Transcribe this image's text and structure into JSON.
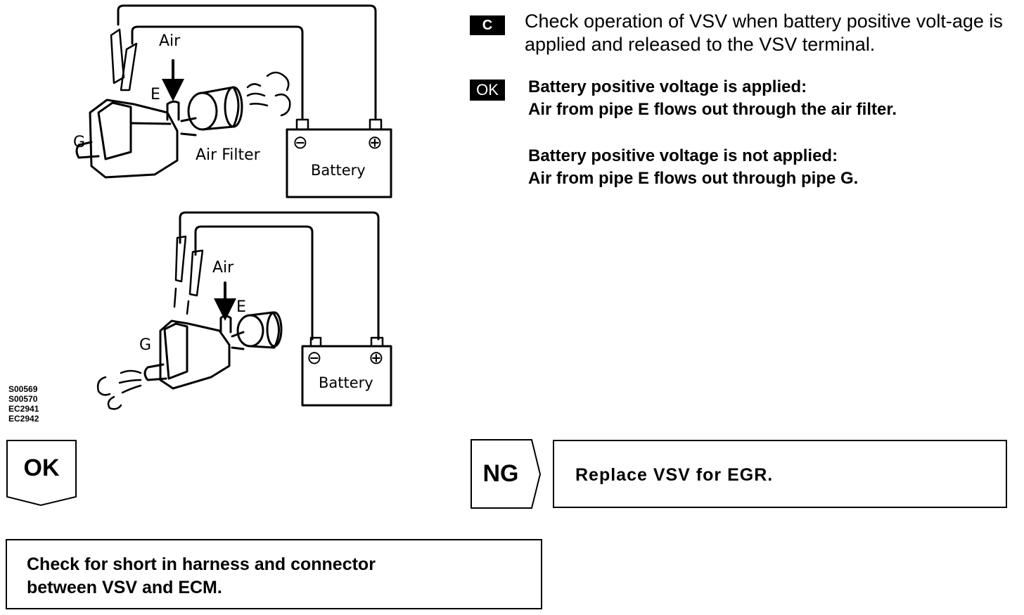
{
  "step": {
    "badge": "C",
    "instruction": "Check operation of VSV when battery positive volt-age is applied and released to the VSV terminal."
  },
  "ok_condition": {
    "badge": "OK",
    "applied_heading": "Battery positive voltage is applied:",
    "applied_result": "Air from pipe E flows out through the air filter.",
    "not_applied_heading": "Battery positive voltage is not applied:",
    "not_applied_result": "Air from pipe E flows out through pipe G."
  },
  "diagram_top": {
    "air_label": "Air",
    "pipe_e": "E",
    "pipe_g": "G",
    "filter_label": "Air Filter",
    "battery_label": "Battery",
    "minus": "⊖",
    "plus": "⊕"
  },
  "diagram_bottom": {
    "air_label": "Air",
    "pipe_e": "E",
    "pipe_g": "G",
    "battery_label": "Battery",
    "minus": "⊖",
    "plus": "⊕"
  },
  "figure_codes": [
    "S00569",
    "S00570",
    "EC2941",
    "EC2942"
  ],
  "flow": {
    "ok_label": "OK",
    "ng_label": "NG",
    "ng_action": "Replace VSV for EGR.",
    "next_step_line1": "Check for short in harness and connector",
    "next_step_line2": "between VSV and ECM."
  }
}
